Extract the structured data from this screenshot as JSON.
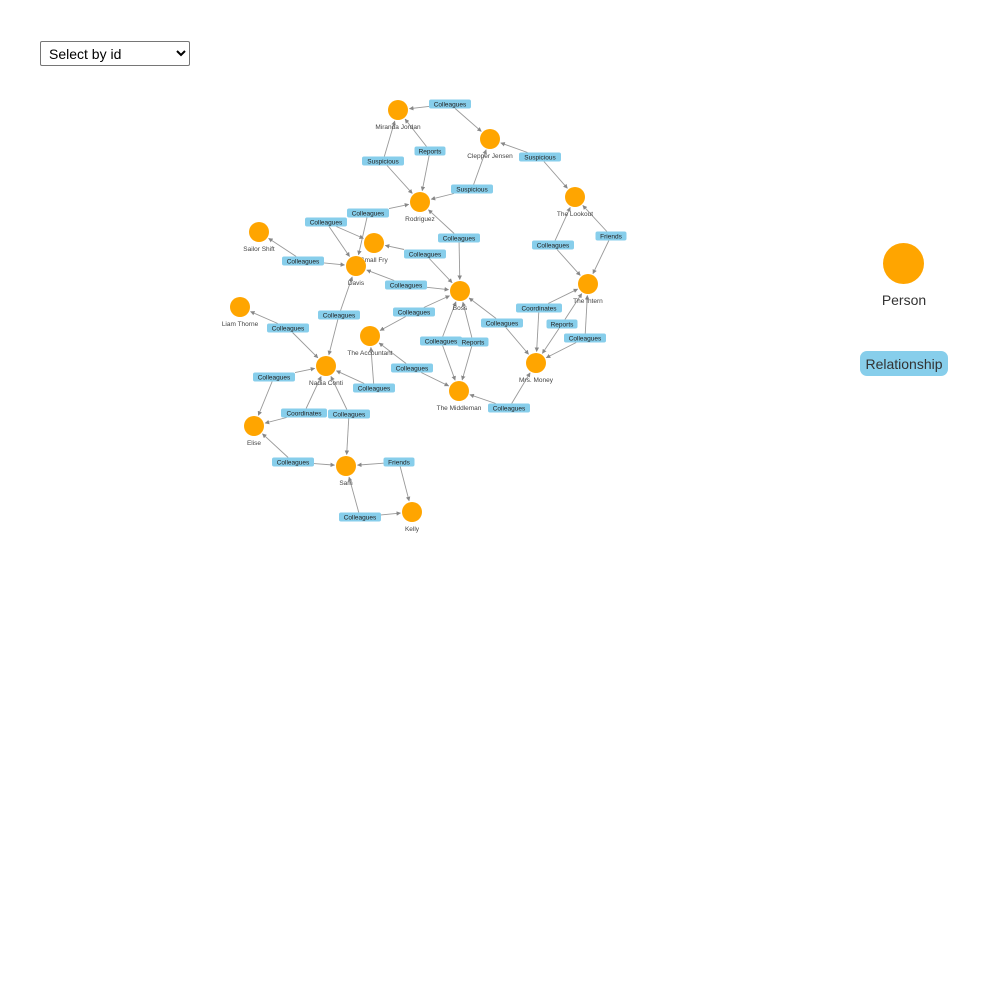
{
  "select": {
    "label": "Select by id",
    "options": [
      "Select by id"
    ]
  },
  "legend": {
    "person_label": "Person",
    "relationship_label": "Relationship",
    "person_color": "#ffa500",
    "relationship_color": "#87ceeb"
  },
  "graph": {
    "people": [
      {
        "id": "miranda",
        "name": "Miranda Jordan"
      },
      {
        "id": "clepper",
        "name": "Clepper Jensen"
      },
      {
        "id": "rodriguez",
        "name": "Rodriguez"
      },
      {
        "id": "lookout",
        "name": "The Lookout"
      },
      {
        "id": "sailor",
        "name": "Sailor Shift"
      },
      {
        "id": "smallfry",
        "name": "Small Fry"
      },
      {
        "id": "davis",
        "name": "Davis"
      },
      {
        "id": "intern",
        "name": "The Intern"
      },
      {
        "id": "liam",
        "name": "Liam Thorne"
      },
      {
        "id": "boss",
        "name": "Boss"
      },
      {
        "id": "accountant",
        "name": "The Accountant"
      },
      {
        "id": "nadia",
        "name": "Nadia Conti"
      },
      {
        "id": "mrsmoney",
        "name": "Mrs. Money"
      },
      {
        "id": "middleman",
        "name": "The Middleman"
      },
      {
        "id": "elise",
        "name": "Elise"
      },
      {
        "id": "sam",
        "name": "Sam"
      },
      {
        "id": "kelly",
        "name": "Kelly"
      }
    ],
    "relationships": [
      {
        "label": "Colleagues",
        "ends": [
          "miranda",
          "clepper"
        ]
      },
      {
        "label": "Reports",
        "ends": [
          "miranda",
          "rodriguez"
        ]
      },
      {
        "label": "Suspicious",
        "ends": [
          "miranda",
          "rodriguez"
        ]
      },
      {
        "label": "Suspicious",
        "ends": [
          "lookout",
          "clepper"
        ]
      },
      {
        "label": "Suspicious",
        "ends": [
          "clepper",
          "rodriguez"
        ]
      },
      {
        "label": "Colleagues",
        "ends": [
          "rodriguez",
          "davis"
        ]
      },
      {
        "label": "Colleagues",
        "ends": [
          "rodriguez",
          "boss"
        ]
      },
      {
        "label": "Colleagues",
        "ends": [
          "smallfry",
          "davis"
        ]
      },
      {
        "label": "Colleagues",
        "ends": [
          "sailor",
          "davis"
        ]
      },
      {
        "label": "Colleagues",
        "ends": [
          "smallfry",
          "boss"
        ]
      },
      {
        "label": "Colleagues",
        "ends": [
          "davis",
          "boss"
        ]
      },
      {
        "label": "Colleagues",
        "ends": [
          "lookout",
          "intern"
        ]
      },
      {
        "label": "Friends",
        "ends": [
          "lookout",
          "intern"
        ]
      },
      {
        "label": "Colleagues",
        "ends": [
          "liam",
          "nadia"
        ]
      },
      {
        "label": "Colleagues",
        "ends": [
          "davis",
          "nadia"
        ]
      },
      {
        "label": "Colleagues",
        "ends": [
          "accountant",
          "boss"
        ]
      },
      {
        "label": "Coordinates",
        "ends": [
          "intern",
          "mrsmoney"
        ]
      },
      {
        "label": "Reports",
        "ends": [
          "intern",
          "mrsmoney"
        ]
      },
      {
        "label": "Colleagues",
        "ends": [
          "intern",
          "mrsmoney"
        ]
      },
      {
        "label": "Colleagues",
        "ends": [
          "boss",
          "mrsmoney"
        ]
      },
      {
        "label": "Colleagues",
        "ends": [
          "boss",
          "middleman"
        ]
      },
      {
        "label": "Reports",
        "ends": [
          "boss",
          "middleman"
        ]
      },
      {
        "label": "Colleagues",
        "ends": [
          "accountant",
          "middleman"
        ]
      },
      {
        "label": "Colleagues",
        "ends": [
          "accountant",
          "nadia"
        ]
      },
      {
        "label": "Colleagues",
        "ends": [
          "nadia",
          "elise"
        ]
      },
      {
        "label": "Coordinates",
        "ends": [
          "nadia",
          "elise"
        ]
      },
      {
        "label": "Colleagues",
        "ends": [
          "nadia",
          "sam"
        ]
      },
      {
        "label": "Colleagues",
        "ends": [
          "middleman",
          "mrsmoney"
        ]
      },
      {
        "label": "Colleagues",
        "ends": [
          "elise",
          "sam"
        ]
      },
      {
        "label": "Friends",
        "ends": [
          "sam",
          "kelly"
        ]
      },
      {
        "label": "Colleagues",
        "ends": [
          "sam",
          "kelly"
        ]
      }
    ]
  }
}
